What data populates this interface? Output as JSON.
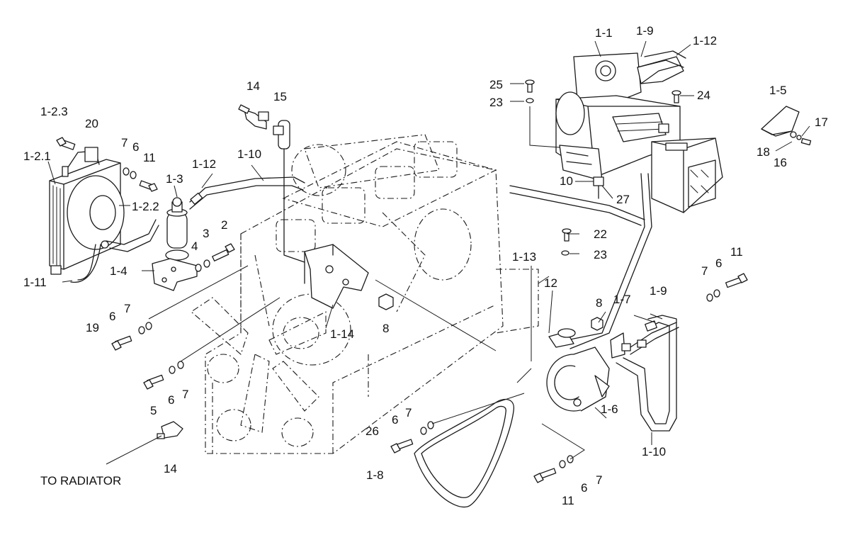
{
  "callouts": {
    "c_1_2_3": "1-2.3",
    "c_20": "20",
    "c_1_2_1": "1-2.1",
    "c_7_a": "7",
    "c_6_a": "6",
    "c_11_a": "11",
    "c_1_2_2": "1-2.2",
    "c_1_3": "1-3",
    "c_1_12_a": "1-12",
    "c_1_10_a": "1-10",
    "c_14_a": "14",
    "c_15": "15",
    "c_4": "4",
    "c_3": "3",
    "c_2": "2",
    "c_1_4": "1-4",
    "c_1_11": "1-11",
    "c_7_b": "7",
    "c_6_b": "6",
    "c_19": "19",
    "c_1_14": "1-14",
    "c_8_a": "8",
    "c_5": "5",
    "c_6_c": "6",
    "c_7_c": "7",
    "c_14_b": "14",
    "c_1_1": "1-1",
    "c_1_9_a": "1-9",
    "c_1_12_b": "1-12",
    "c_25": "25",
    "c_23_a": "23",
    "c_24": "24",
    "c_10": "10",
    "c_27": "27",
    "c_22": "22",
    "c_23_b": "23",
    "c_1_13": "1-13",
    "c_12": "12",
    "c_8_b": "8",
    "c_1_7": "1-7",
    "c_1_9_b": "1-9",
    "c_7_d": "7",
    "c_6_d": "6",
    "c_11_b": "11",
    "c_1_5": "1-5",
    "c_17": "17",
    "c_18": "18",
    "c_16": "16",
    "c_1_6": "1-6",
    "c_7_e": "7",
    "c_6_e": "6",
    "c_26": "26",
    "c_1_8": "1-8",
    "c_1_10_b": "1-10",
    "c_6_f": "6",
    "c_7_f": "7",
    "c_11_c": "11"
  },
  "notes": {
    "to_radiator": "TO RADIATOR"
  }
}
